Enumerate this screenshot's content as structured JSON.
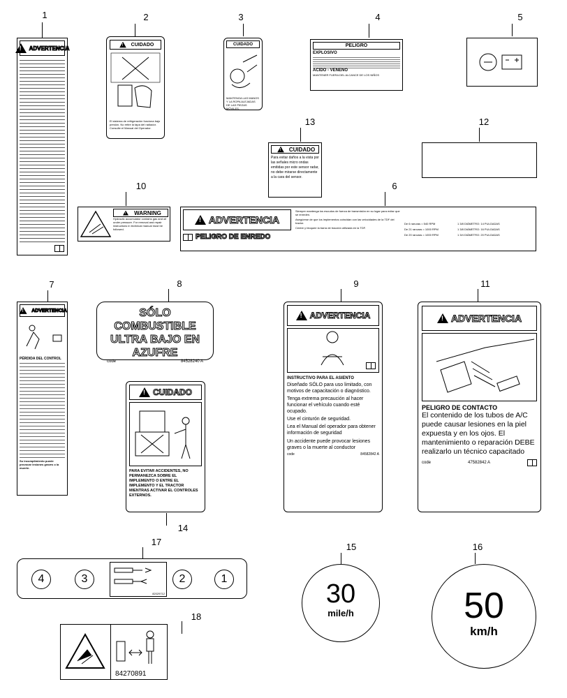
{
  "callouts": [
    "1",
    "2",
    "3",
    "4",
    "5",
    "6",
    "7",
    "8",
    "9",
    "10",
    "11",
    "12",
    "13",
    "14",
    "15",
    "16",
    "17",
    "18"
  ],
  "decal1": {
    "title": "ADVERTENCIA"
  },
  "decal2": {
    "title": "CUIDADO",
    "text": "El sistema de refrigeración funciona bajo presión. No retire la tapa del radiador. Consulte el Manual del Operador."
  },
  "decal3": {
    "title": "CUIDADO",
    "text": "MANTENGA LAS MANOS Y LA ROPA ALEJADAS DE LAS PIEZAS MÓVILES."
  },
  "decal4": {
    "title": "PELIGRO",
    "sub1": "EXPLOSIVO",
    "sub2": "ACIDO - VENENO",
    "text": "MANTENER FUERA DEL ALCANCE DE LOS NIÑOS"
  },
  "decal6": {
    "title": "ADVERTENCIA",
    "subtitle": "PELIGRO DE ENREDO",
    "bullets": [
      "Siempre mantenga los escudos de fuerza de transmisión en su lugar para evitar que se enreden.",
      "Asegúrese de que los implementos coincidan con las velocidades de la TDF del tractor.",
      "Centre y bloquee la barra de tracción utilizada en la TDF."
    ],
    "rows": [
      "De 6 ranuras = 540 RPM",
      "De 21 ranuras = 1000 RPM",
      "De 20 ranuras = 1000 RPM"
    ],
    "dims": [
      "1 3/8 DIÁMETRO: 14 PULGADAS",
      "1 3/8 DIÁMETRO: 16 PULGADAS",
      "1 3/4 DIÁMETRO: 20 PULGADAS"
    ]
  },
  "decal7": {
    "title": "ADVERTENCIA",
    "subtitle": "PÉRDIDA DEL CONTROL",
    "footer": "Su incumplimiento puede provocar lesiones graves o la muerte."
  },
  "decal8": {
    "line1": "SÓLO COMBUSTIBLE",
    "line2": "ULTRA BAJO EN",
    "line3": "AZUFRE",
    "code_label": "code",
    "code": "84528240 A"
  },
  "decal9": {
    "title": "ADVERTENCIA",
    "heading": "INSTRUCTIVO PARA EL ASIENTO",
    "bullets": [
      "Diseñado SÓLO para uso limitado, con motivos de capacitación o diagnóstico.",
      "Tenga extrema precaución al hacer funcionar el vehículo cuando esté ocupado.",
      "Use el cinturón de seguridad.",
      "Lea el Manual del operador para obtener información de seguridad"
    ],
    "footer": "Un accidente puede provocar lesiones graves o la muerte al conductor",
    "code_label": "code",
    "code": "84582842 A"
  },
  "decal10": {
    "title": "WARNING",
    "text": "Hydraulic accumulator contains gas and oil under pressure. For removal and repair instructions in technical manual must be followed."
  },
  "decal11": {
    "title": "ADVERTENCIA",
    "heading": "PELIGRO DE CONTACTO",
    "text": "El contenido de los tubos de A/C puede causar lesiones en la piel expuesta y en los ojos. El mantenimiento o reparación DEBE realizarlo un técnico capacitado",
    "code_label": "code",
    "code": "47582842 A"
  },
  "decal13": {
    "title": "CUIDADO",
    "text": "Para evitar daños a la vista por las señales micro ondas emitidas por este sensor radar, no debe mirarse directamente a la cara del sensor."
  },
  "decal14": {
    "title": "CUIDADO",
    "text": "PARA EVITAR ACCIDENTES, NO PERMANEZCA SOBRE EL IMPLEMENTO O ENTRE EL IMPLEMENTO Y EL TRACTOR MIENTRAS ACTIVAR EL CONTROLES EXTERNOS."
  },
  "decal15": {
    "value": "30",
    "unit": "mile/h"
  },
  "decal16": {
    "value": "50",
    "unit": "km/h"
  },
  "decal17": {
    "buttons": [
      "4",
      "3",
      "2",
      "1"
    ],
    "code": "82029712"
  },
  "decal18": {
    "code": "84270891"
  }
}
